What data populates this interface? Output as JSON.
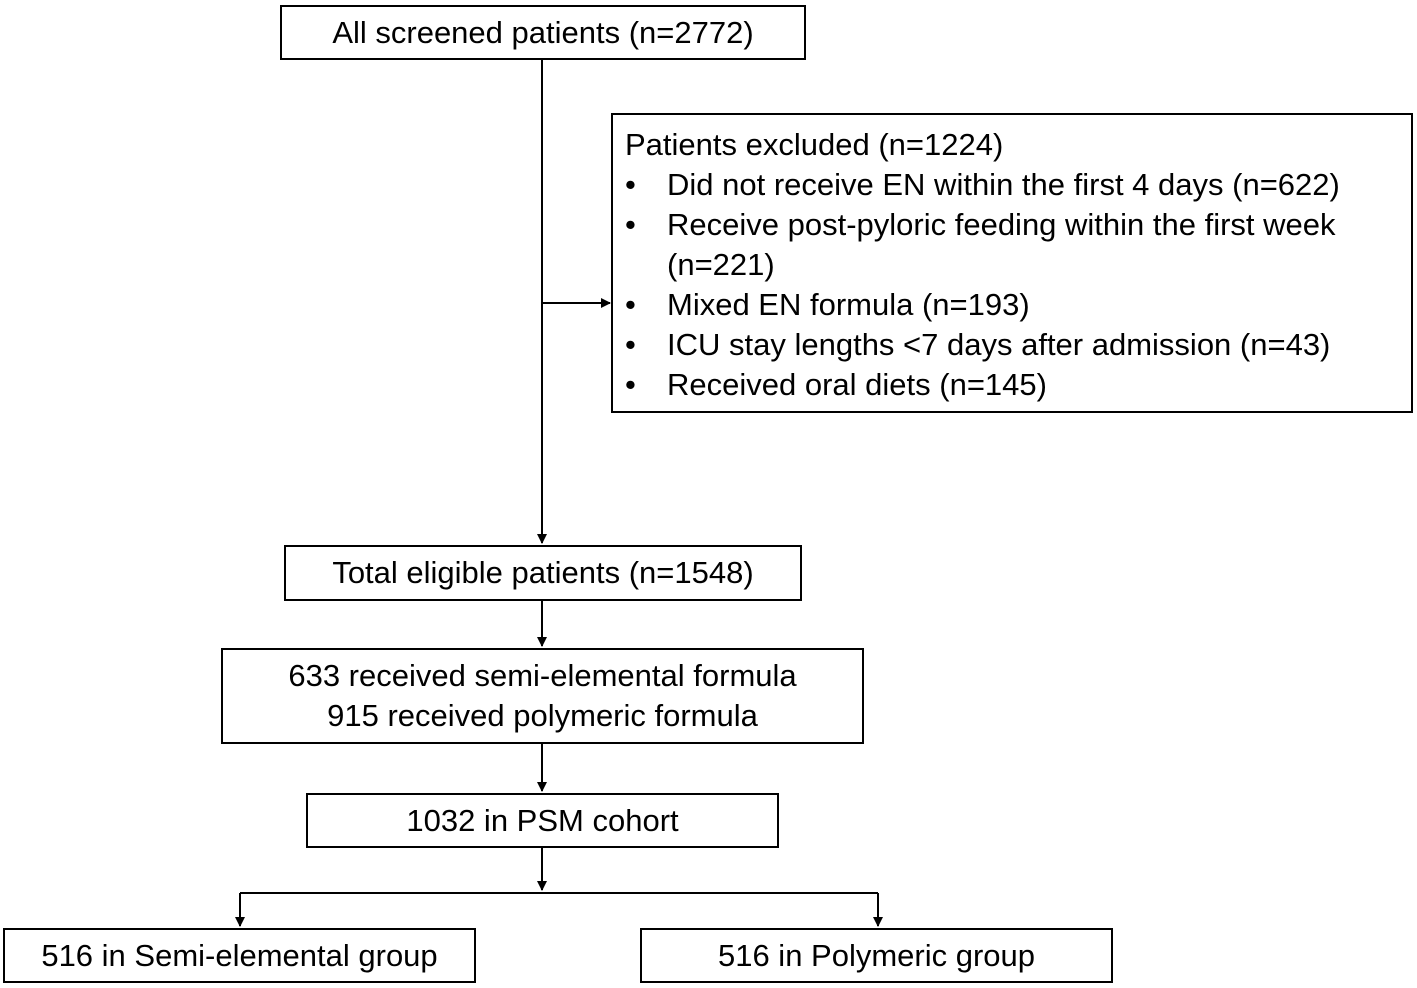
{
  "screened": "All screened patients (n=2772)",
  "excluded": {
    "title": "Patients excluded (n=1224)",
    "items": [
      "Did not receive EN within the first 4 days (n=622)",
      "Receive post-pyloric feeding within the first week",
      "(n=221)",
      "Mixed EN formula (n=193)",
      "ICU stay lengths <7 days after admission (n=43)",
      "Received oral diets (n=145)"
    ]
  },
  "eligible": "Total eligible patients (n=1548)",
  "formula": {
    "line1": "633 received semi-elemental formula",
    "line2": "915 received polymeric formula"
  },
  "psm": "1032 in PSM cohort",
  "groups": {
    "semi": "516 in Semi-elemental group",
    "poly": "516 in Polymeric group"
  }
}
